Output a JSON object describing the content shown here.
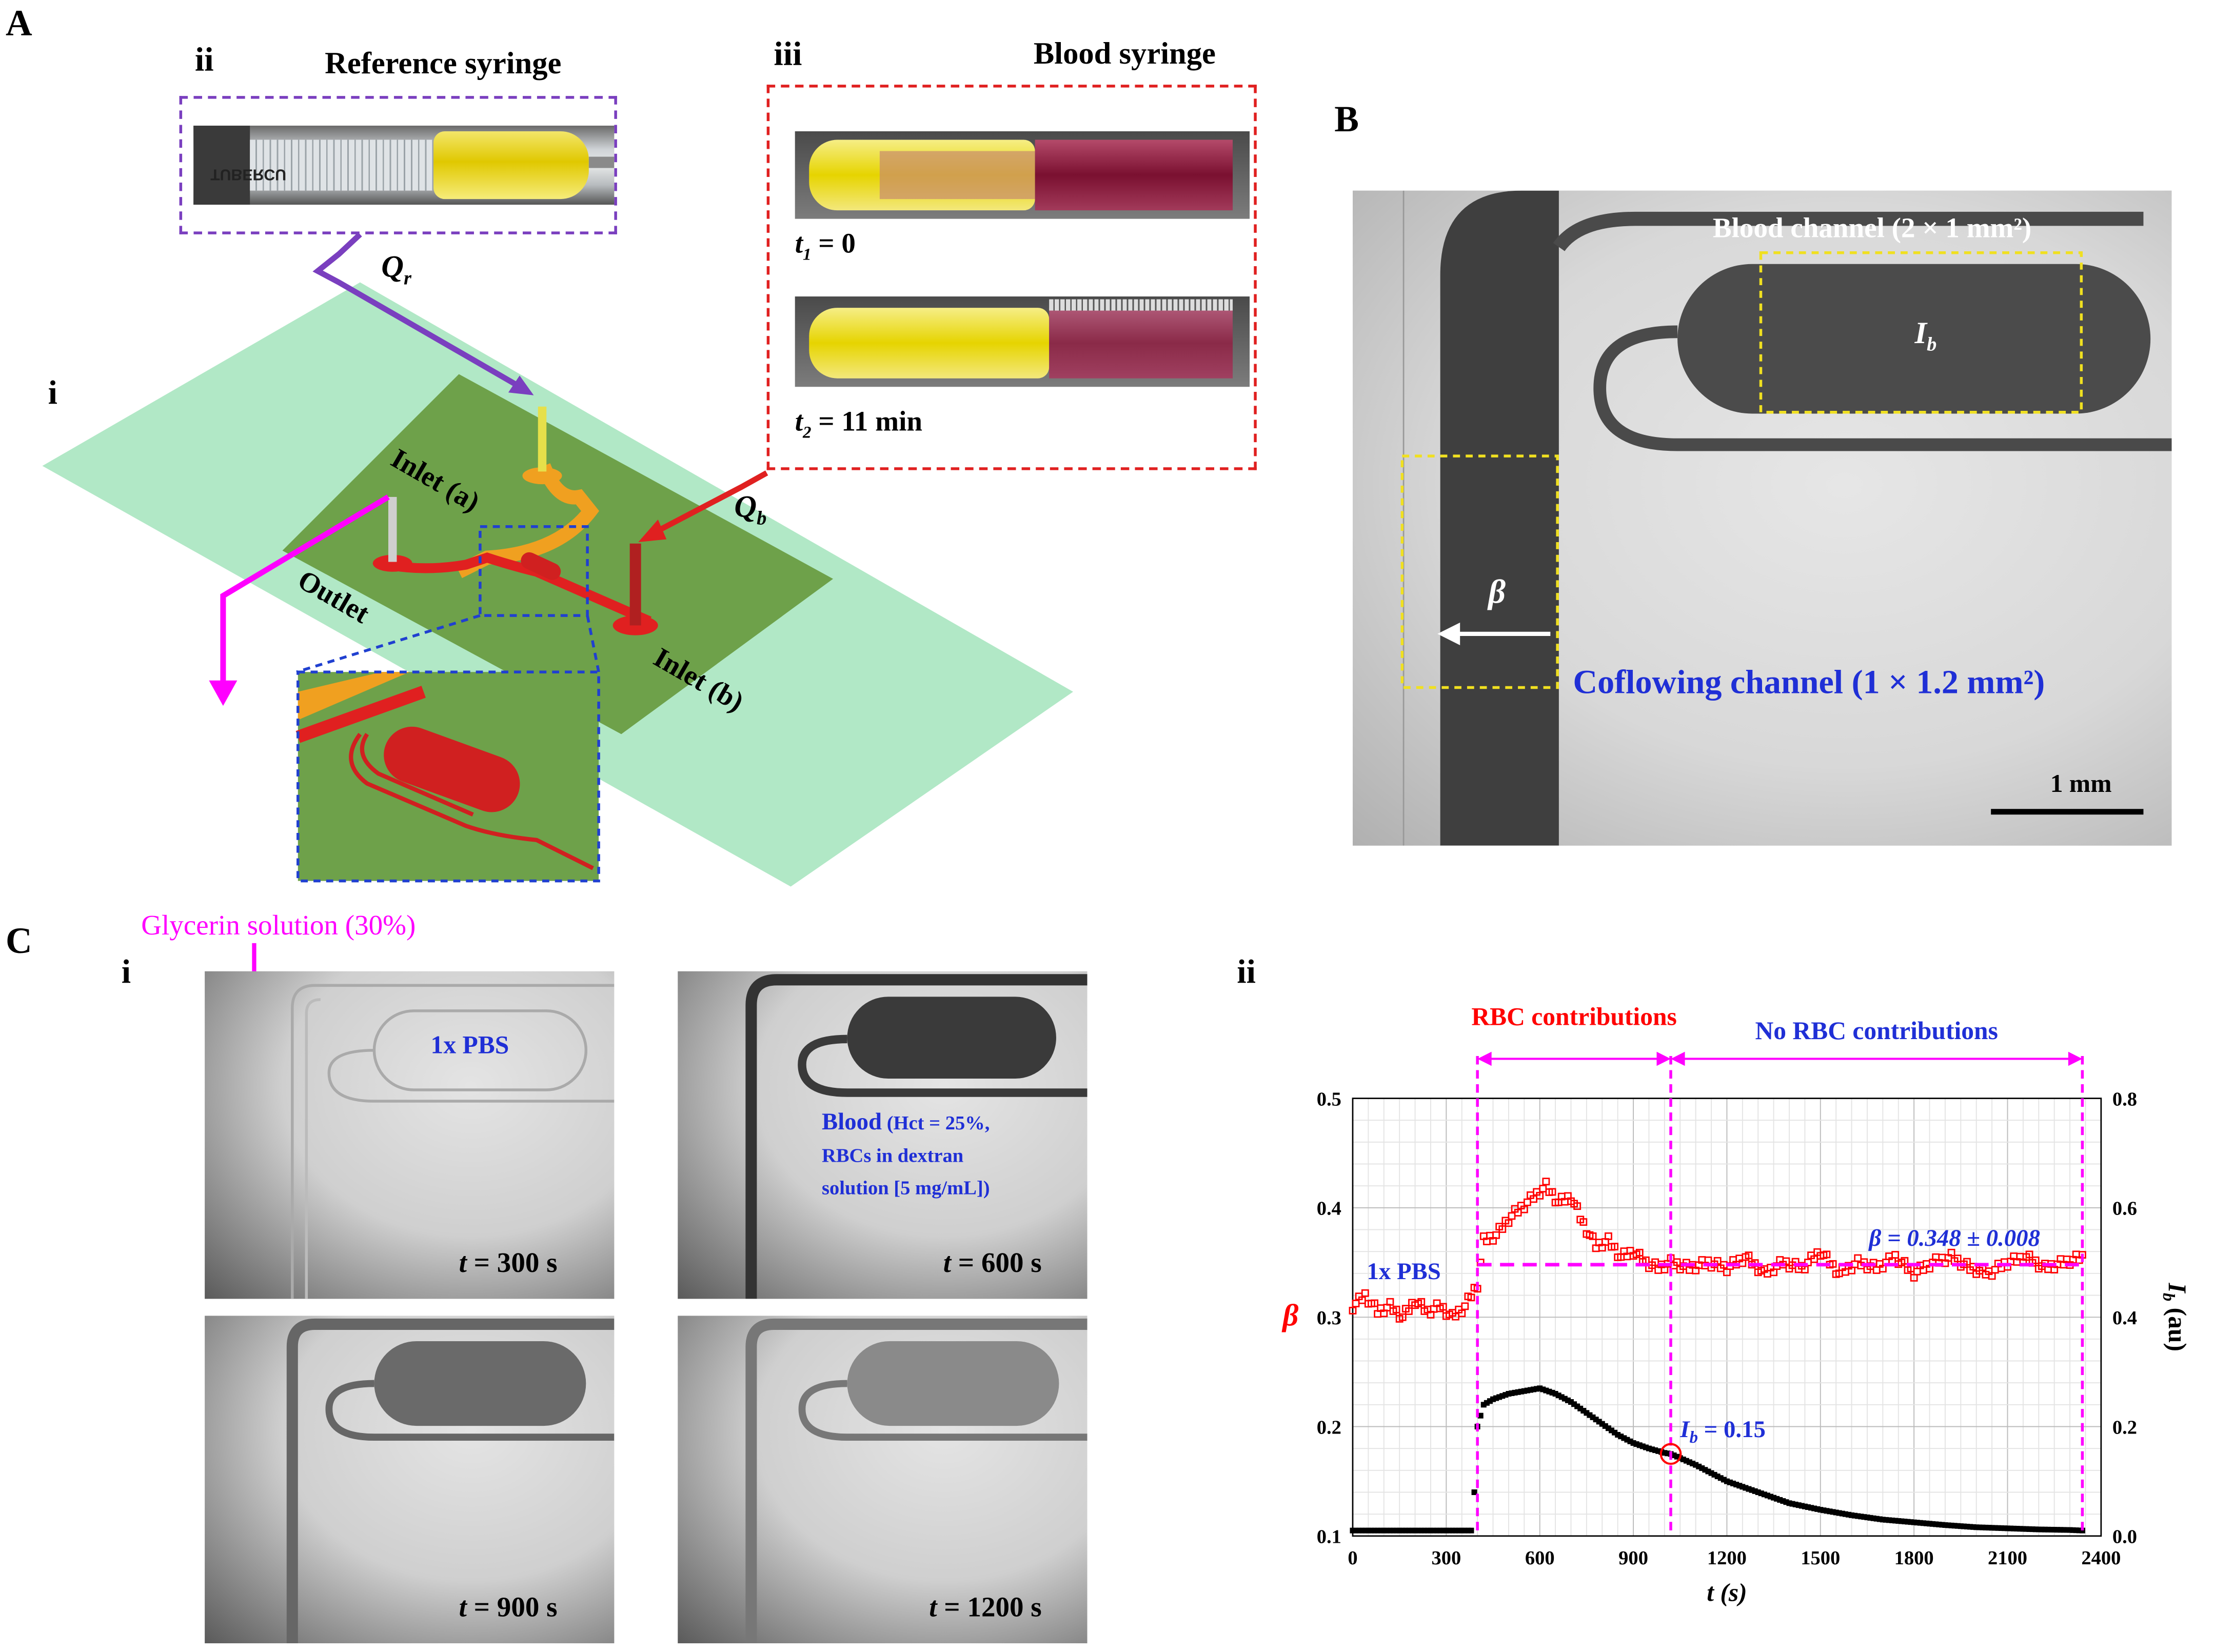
{
  "panelA": {
    "letter": "A",
    "sub_ii": "ii",
    "sub_iii": "iii",
    "sub_i": "i",
    "ref_syringe_title": "Reference syringe",
    "blood_syringe_title": "Blood syringe",
    "syringe_print": "TUBERCU",
    "t1_label": "t",
    "t1_sub": "1",
    "t1_val": " = 0",
    "t2_label": "t",
    "t2_sub": "2",
    "t2_val": " = 11 min",
    "Qr": "Q",
    "Qr_sub": "r",
    "Qb": "Q",
    "Qb_sub": "b",
    "inlet_a": "Inlet (a)",
    "inlet_b": "Inlet (b)",
    "outlet": "Outlet"
  },
  "panelB": {
    "letter": "B",
    "blood_channel": "Blood channel (2 × 1 mm²)",
    "ib": "I",
    "ib_sub": "b",
    "beta": "β",
    "coflow": "Coflowing channel (1 × 1.2 mm²)",
    "scale": "1 mm"
  },
  "panelC": {
    "letter": "C",
    "sub_i": "i",
    "sub_ii": "ii",
    "glycerin": "Glycerin solution (30%)",
    "pbs": "1x PBS",
    "blood_l1": "Blood",
    "blood_l1b": " (Hct = 25%,",
    "blood_l2": "RBCs in dextran",
    "blood_l3": "solution [5 mg/mL])",
    "times": [
      "= 300 s",
      "= 600 s",
      "= 900 s",
      "= 1200 s"
    ],
    "t": "t"
  },
  "chart_data": {
    "type": "line",
    "x_axis": {
      "label": "t (s)",
      "range": [
        0,
        2400
      ],
      "ticks": [
        "0",
        "300",
        "600",
        "900",
        "1200",
        "1500",
        "1800",
        "2100",
        "2400"
      ]
    },
    "y_left": {
      "label": "β",
      "range": [
        0.1,
        0.5
      ],
      "ticks": [
        "0.1",
        "0.2",
        "0.3",
        "0.4",
        "0.5"
      ]
    },
    "y_right": {
      "label": "I",
      "label_sub": "b",
      "label_tail": " (au)",
      "range": [
        0.0,
        0.8
      ],
      "ticks": [
        "0.0",
        "0.2",
        "0.4",
        "0.6",
        "0.8"
      ]
    },
    "grid": true,
    "annotations": {
      "rbc": "RBC contributions",
      "norbc": "No RBC contributions",
      "pbs": "1x PBS",
      "beta_mean": "β = 0.348 ± 0.008",
      "ib_point_sym": "I",
      "ib_point_sub": "b",
      "ib_point_val": " = 0.15",
      "vlines_x": [
        400,
        1020,
        2340
      ],
      "beta_mean_value": 0.348,
      "ib_point": [
        1020,
        0.15
      ]
    },
    "series": [
      {
        "axis": "left",
        "color": "#ff0000",
        "marker": "open-square",
        "x": [
          0,
          40,
          80,
          120,
          160,
          200,
          240,
          280,
          320,
          360,
          380,
          400,
          420,
          460,
          500,
          540,
          580,
          620,
          660,
          700,
          740,
          780,
          820,
          860,
          900,
          940,
          980,
          1020,
          1080,
          1140,
          1200,
          1260,
          1320,
          1380,
          1440,
          1500,
          1560,
          1620,
          1680,
          1740,
          1800,
          1860,
          1920,
          1980,
          2040,
          2100,
          2160,
          2220,
          2280,
          2340
        ],
        "y": [
          0.31,
          0.32,
          0.305,
          0.31,
          0.3,
          0.315,
          0.305,
          0.31,
          0.3,
          0.31,
          0.32,
          0.33,
          0.37,
          0.375,
          0.39,
          0.4,
          0.41,
          0.42,
          0.405,
          0.41,
          0.385,
          0.365,
          0.37,
          0.355,
          0.36,
          0.35,
          0.345,
          0.35,
          0.345,
          0.35,
          0.345,
          0.355,
          0.34,
          0.35,
          0.345,
          0.36,
          0.34,
          0.35,
          0.345,
          0.355,
          0.34,
          0.35,
          0.355,
          0.345,
          0.34,
          0.35,
          0.355,
          0.345,
          0.35,
          0.355
        ]
      },
      {
        "axis": "right",
        "color": "#000000",
        "marker": "square",
        "x": [
          0,
          100,
          200,
          300,
          380,
          390,
          400,
          420,
          450,
          500,
          550,
          600,
          650,
          700,
          750,
          800,
          850,
          900,
          950,
          1000,
          1020,
          1100,
          1200,
          1300,
          1400,
          1500,
          1600,
          1700,
          1800,
          1900,
          2000,
          2100,
          2200,
          2300,
          2340
        ],
        "y": [
          0.01,
          0.01,
          0.01,
          0.01,
          0.01,
          0.08,
          0.2,
          0.24,
          0.25,
          0.26,
          0.265,
          0.27,
          0.26,
          0.245,
          0.225,
          0.205,
          0.185,
          0.17,
          0.16,
          0.152,
          0.15,
          0.13,
          0.1,
          0.08,
          0.06,
          0.048,
          0.038,
          0.03,
          0.025,
          0.02,
          0.016,
          0.014,
          0.012,
          0.011,
          0.01
        ]
      }
    ]
  }
}
